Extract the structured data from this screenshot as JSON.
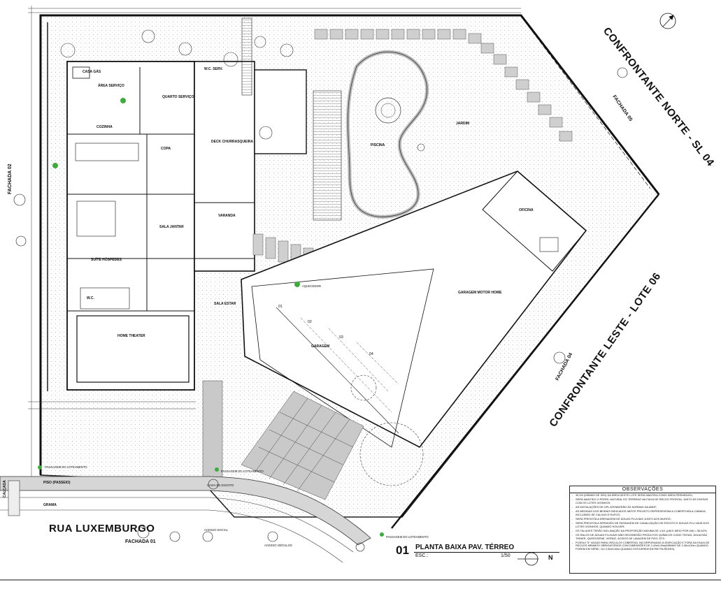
{
  "drawing": {
    "title_number": "01",
    "title": "PLANTA BAIXA PAV. TÉRREO",
    "scale_label": "ESC.:",
    "scale_value": "1/50",
    "north_label": "N"
  },
  "boundaries": {
    "north": "CONFRONTANTE NORTE - SL 04",
    "east": "CONFRONTANTE LESTE - LOTE 06",
    "street": "RUA LUXEMBURGO"
  },
  "facades": {
    "f01": "FACHADA 01",
    "f02": "FACHADA 02",
    "f04": "FACHADA 04",
    "f05": "FACHADA 05"
  },
  "rooms": {
    "area_servico": "ÁREA SERVIÇO",
    "casa_gas": "CASA GÁS",
    "quarto_servico": "QUARTO SERVIÇO",
    "wc_servico": "W.C. SERV.",
    "cozinha": "COZINHA",
    "copa": "COPA",
    "deck": "DECK CHURRASQUEIRA",
    "sala_jantar": "SALA JANTAR",
    "varanda": "VARANDA",
    "suite_hospedes": "SUÍTE HÓSPEDES",
    "wc": "W.C.",
    "sala_estar": "SALA ESTAR",
    "home_theater": "HOME THEATER",
    "garagem": "GARAGEM",
    "garagem_motor_home": "GARAGEM MOTOR HOME",
    "oficina": "OFICINA",
    "piscina": "PISCINA",
    "jardim": "JARDIM",
    "passeio": "PISO (PASSEIO)",
    "grama": "GRAMA",
    "calcada": "CALÇADA",
    "acesso_social": "ACESSO SOCIAL",
    "acesso_veiculos": "ACESSO VEÍCULOS"
  },
  "callouts": {
    "passagem_1": "PASSAGEM DO LOTEAMENTO",
    "passagem_2": "PASSAGEM DO LOTEAMENTO",
    "passagem_3": "PASSAGEM DO LOTEAMENTO",
    "caixa_esgoto": "CAIXA DE ESGOTO",
    "aquecedor": "AQUECEDOR"
  },
  "notes": {
    "title": "OBSERVAÇÕES",
    "items": [
      "39,3% (MÍNIMO DE 30%) DA ÁREA DESTE LOTE SERÁ MANTIDA COMO ÁREA PERMEÁVEL;",
      "SERÁ MANTIDO O PERFIL NATURAL DO TERRENO NA FAIXA DE RECUO FRONTAL JUNTO ÀS DIVISAS COM OS LOTES VIZINHOS;",
      "AS INSTALAÇÕES DE GPL ATENDERÃO ÀS NORMAS DA ABNT;",
      "AS MEDIDAS DOS BEIRAIS INDICADOS NESTE PROJETO REPRESENTAM A COBERTURA A-CABADA, INCLUINDO-SE CALHAS E RUFOS;",
      "SERÁ PREVISTA A DRENAGEM DE ÁGUAS PLUVIAIS JUNTO AOS MUROS;",
      "SERÁ PREVISTA A SERVIDÃO DE PASSAGEM DE CANALIZAÇÃO DE ESGOTO E ÁGUAS PLU-VIAIS DOS LOTES VIZINHOS, QUANDO HOUVER;",
      "OS TALUDES TERÃO INCLINAÇÃO NA PROPORÇÃO MÁXIMA DE 1,5/1 (UM E MEIO POR UM) = 56,52%;",
      "OS RALOS DE ÁGUAS PLUVIAIS NÃO RECEBERÃO PRODUTOS QUÍMICOS COMO TINTAS, ÁGUA RÁZ, THINER, QUEROSENE, VERNIZ, ÁCIDOS DE LAVAGEM DE PISO, ETC.",
      "POSSUI \"5\" VAGAS PARA VEÍCULOS COBERTAS, INCORPORADAS À EDIFICAÇÃO E FORA DA FAIXA DE RECUOS MÍNIMOS OBRIGATÓRIOS COM DIMENSÕES DE 2,40x5,00m(MÍNIMO DE 2,30x4,50m QUANDO FOREM EM SÉRIE, OU 2,50x5,50m QUANDO ESTIVEREM ENTRE PA-REDES)."
    ]
  },
  "garage_spots": [
    "01",
    "02",
    "03",
    "04"
  ]
}
